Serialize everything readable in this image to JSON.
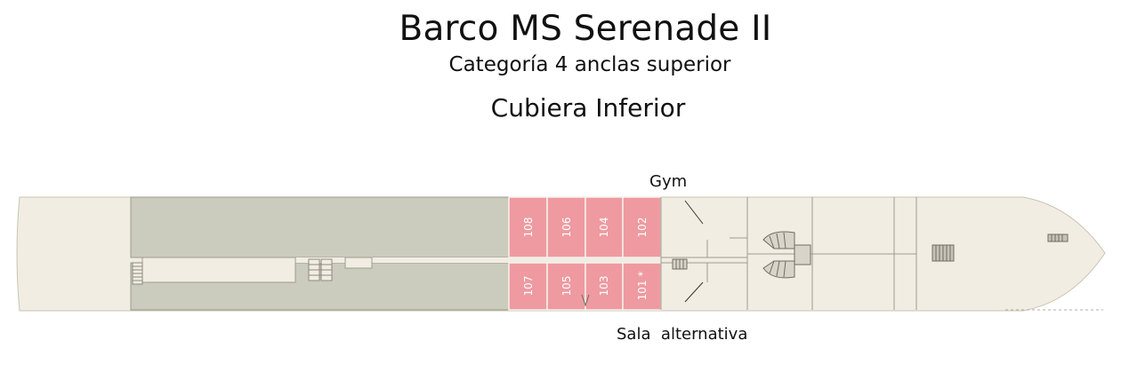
{
  "header": {
    "title": "Barco MS Serenade II",
    "subtitle": "Categoría 4 anclas superior",
    "deck_name": "Cubiera Inferior"
  },
  "labels": {
    "gym": "Gym",
    "lounge": "Sala  alternativa"
  },
  "cabins": {
    "top": [
      "108",
      "106",
      "104",
      "102"
    ],
    "bottom": [
      "107",
      "105",
      "103",
      "101 *"
    ]
  },
  "colors": {
    "hull": "#f2ede3",
    "crew_area": "#cbcbbe",
    "cabin": "#ee9aa0",
    "lines": "#9c9c8e"
  }
}
